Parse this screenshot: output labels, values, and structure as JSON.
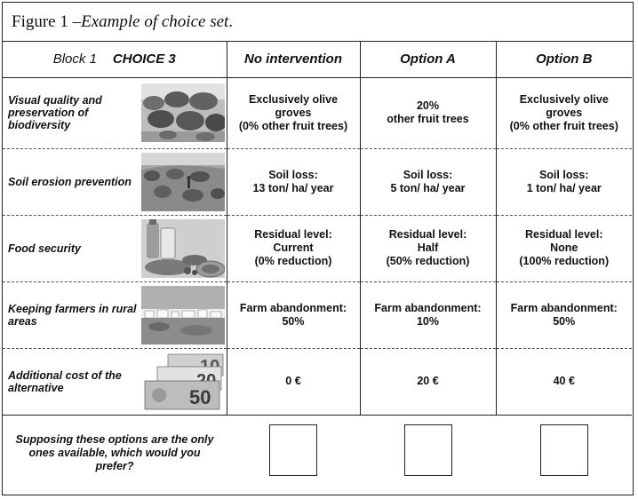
{
  "caption": {
    "prefix": "Figure 1 – ",
    "italic": "Example of choice set",
    "suffix": "."
  },
  "header": {
    "block_label": "Block 1",
    "choice_label": "CHOICE 3",
    "columns": [
      "No intervention",
      "Option A",
      "Option B"
    ]
  },
  "rows": [
    {
      "attribute": "Visual quality and preservation of biodiversity",
      "image_icon": "olive-grove-photo",
      "values": [
        [
          "Exclusively olive",
          "groves",
          "(0% other fruit trees)"
        ],
        [
          "20%",
          "other fruit trees"
        ],
        [
          "Exclusively olive",
          "groves",
          "(0% other fruit trees)"
        ]
      ]
    },
    {
      "attribute": "Soil erosion prevention",
      "image_icon": "hillside-photo",
      "values": [
        [
          "Soil loss:",
          "13 ton/ ha/ year"
        ],
        [
          "Soil loss:",
          "5 ton/ ha/ year"
        ],
        [
          "Soil loss:",
          "1 ton/ ha/ year"
        ]
      ]
    },
    {
      "attribute": "Food security",
      "image_icon": "food-photo",
      "values": [
        [
          "Residual level:",
          "Current",
          "(0% reduction)"
        ],
        [
          "Residual level:",
          "Half",
          "(50% reduction)"
        ],
        [
          "Residual level:",
          "None",
          "(100% reduction)"
        ]
      ]
    },
    {
      "attribute": "Keeping farmers in rural areas",
      "image_icon": "village-photo",
      "values": [
        [
          "Farm abandonment:",
          "50%"
        ],
        [
          "Farm abandonment:",
          "10%"
        ],
        [
          "Farm abandonment:",
          "50%"
        ]
      ]
    },
    {
      "attribute": "Additional cost of the alternative",
      "image_icon": "euro-banknotes-photo",
      "values": [
        [
          "0 €"
        ],
        [
          "20 €"
        ],
        [
          "40 €"
        ]
      ]
    }
  ],
  "question": "Supposing these options are the only ones available, which would you prefer?",
  "banknote_text": {
    "ten": "10",
    "twenty": "20",
    "fifty": "50"
  }
}
